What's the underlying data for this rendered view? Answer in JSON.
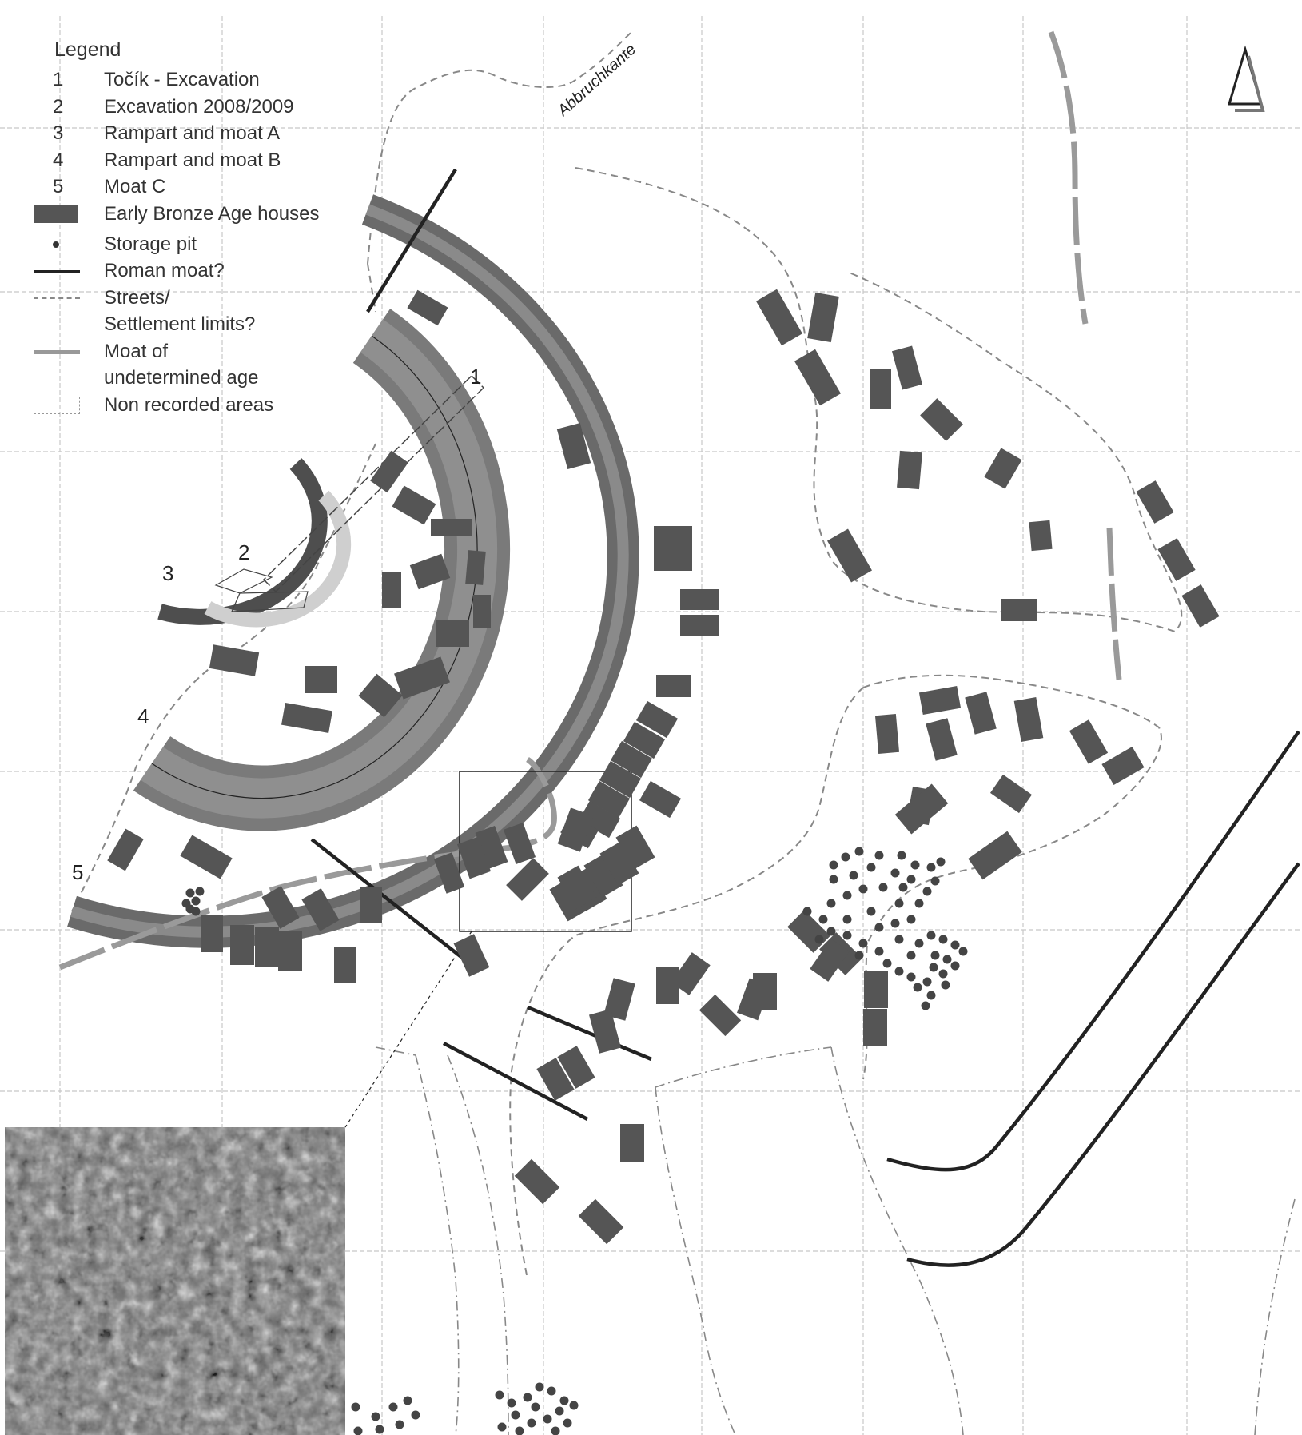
{
  "legend": {
    "title": "Legend",
    "items": [
      {
        "num": "1",
        "label": "Točík - Excavation"
      },
      {
        "num": "2",
        "label": "Excavation 2008/2009"
      },
      {
        "num": "3",
        "label": "Rampart and moat A"
      },
      {
        "num": "4",
        "label": "Rampart and moat B"
      },
      {
        "num": "5",
        "label": "Moat C"
      },
      {
        "symbol": "house",
        "label": "Early Bronze Age houses"
      },
      {
        "symbol": "pit",
        "label": "Storage pit"
      },
      {
        "symbol": "roman",
        "label": "Roman moat?"
      },
      {
        "symbol": "streets",
        "label": "Streets/",
        "label2": "Settlement limits?"
      },
      {
        "symbol": "moat-undetermined",
        "label": "Moat of",
        "label2": "undetermined age"
      },
      {
        "symbol": "non-recorded",
        "label": "Non recorded areas"
      }
    ]
  },
  "map_labels": {
    "abbruchkante": "Abbruchkante",
    "n1": "1",
    "n2": "2",
    "n3": "3",
    "n4": "4",
    "n5": "5"
  },
  "colors": {
    "house": "#555555",
    "rampart_dark": "#6a6a6a",
    "rampart_mid": "#8a8a8a",
    "moat_light": "#c8c8c8",
    "roman": "#222222",
    "undetermined_moat": "#999999",
    "grid": "#c8c8c8"
  },
  "icons": {
    "north_arrow": "north-arrow-icon"
  }
}
